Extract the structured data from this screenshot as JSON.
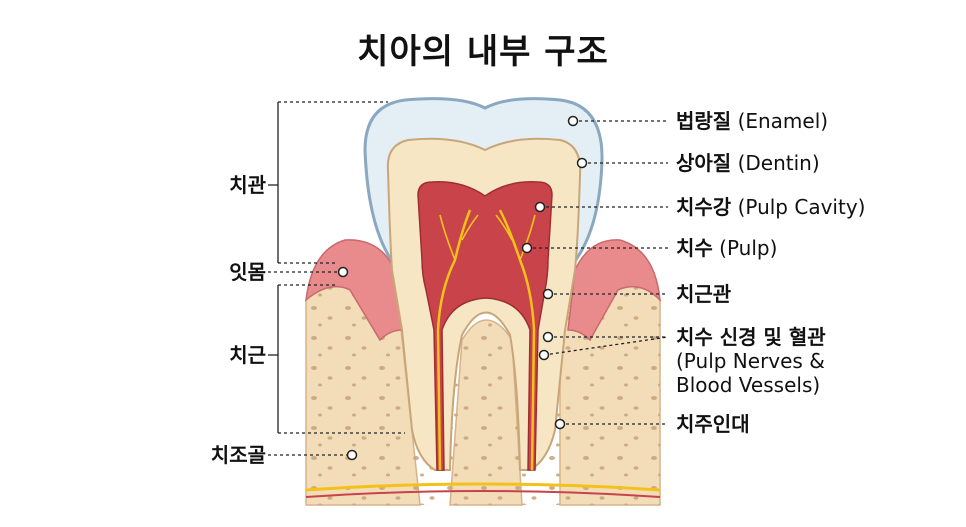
{
  "title": "치아의 내부 구조",
  "colors": {
    "enamel": "#e4eef5",
    "dentin": "#f6e6c4",
    "pulp": "#c9434a",
    "gum": "#e98a8c",
    "bone": "#f3dcb8",
    "nerve": "#f2c21a"
  },
  "right_labels": [
    {
      "ko": "법랑질",
      "en": "(Enamel)"
    },
    {
      "ko": "상아질",
      "en": "(Dentin)"
    },
    {
      "ko": "치수강",
      "en": "(Pulp Cavity)"
    },
    {
      "ko": "치수",
      "en": "(Pulp)"
    },
    {
      "ko": "치근관",
      "en": ""
    },
    {
      "ko": "치수 신경 및 혈관",
      "en": "(Pulp Nerves &",
      "en2": "Blood Vessels)"
    },
    {
      "ko": "치주인대",
      "en": ""
    }
  ],
  "left_labels": {
    "crown": "치관",
    "gum": "잇몸",
    "root": "치근",
    "bone": "치조골"
  }
}
